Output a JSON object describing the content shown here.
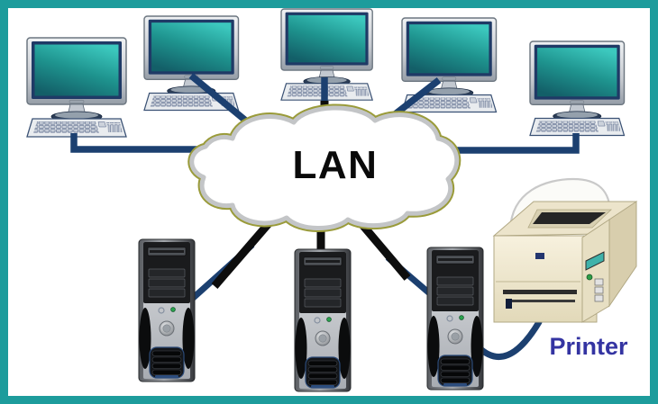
{
  "diagram": {
    "type": "lan-network-topology",
    "cloud_label": "LAN",
    "printer_label": "Printer",
    "workstations": [
      "workstation-1",
      "workstation-2",
      "workstation-3",
      "workstation-4",
      "workstation-5"
    ],
    "servers": [
      "server-1",
      "server-2",
      "server-3"
    ],
    "colors": {
      "border": "#1d9c9c",
      "cable_blue": "#1c4070",
      "cable_black": "#0d0d0d",
      "screen_teal": "#2bb5ac",
      "cloud_outline_olive": "#9a9b3a",
      "cloud_outline_gray": "#c3c5c7",
      "printer_label_blue": "#3434a2"
    }
  }
}
